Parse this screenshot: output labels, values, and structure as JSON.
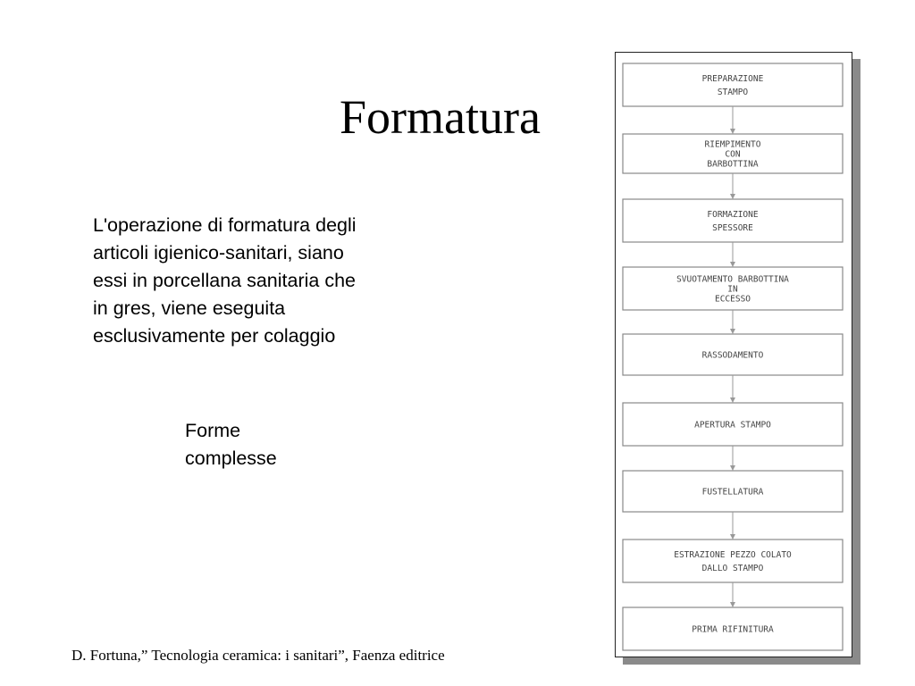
{
  "slide": {
    "title": "Formatura",
    "body": "L'operazione di formatura degli articoli igienico-sanitari, siano essi in porcellana sanitaria che in gres, viene eseguita esclusivamente per colaggio",
    "sub": "Forme complesse",
    "footer": "D. Fortuna,” Tecnologia ceramica: i sanitari”, Faenza editrice"
  },
  "flowchart": {
    "steps": [
      {
        "lines": [
          "PREPARAZIONE",
          "STAMPO"
        ]
      },
      {
        "lines": [
          "RIEMPIMENTO",
          "CON",
          "BARBOTTINA"
        ]
      },
      {
        "lines": [
          "FORMAZIONE",
          "SPESSORE"
        ]
      },
      {
        "lines": [
          "SVUOTAMENTO BARBOTTINA",
          "IN",
          "ECCESSO"
        ]
      },
      {
        "lines": [
          "RASSODAMENTO"
        ]
      },
      {
        "lines": [
          "APERTURA STAMPO"
        ]
      },
      {
        "lines": [
          "FUSTELLATURA"
        ]
      },
      {
        "lines": [
          "ESTRAZIONE PEZZO COLATO",
          "DALLO STAMPO"
        ]
      },
      {
        "lines": [
          "PRIMA RIFINITURA"
        ]
      }
    ]
  }
}
